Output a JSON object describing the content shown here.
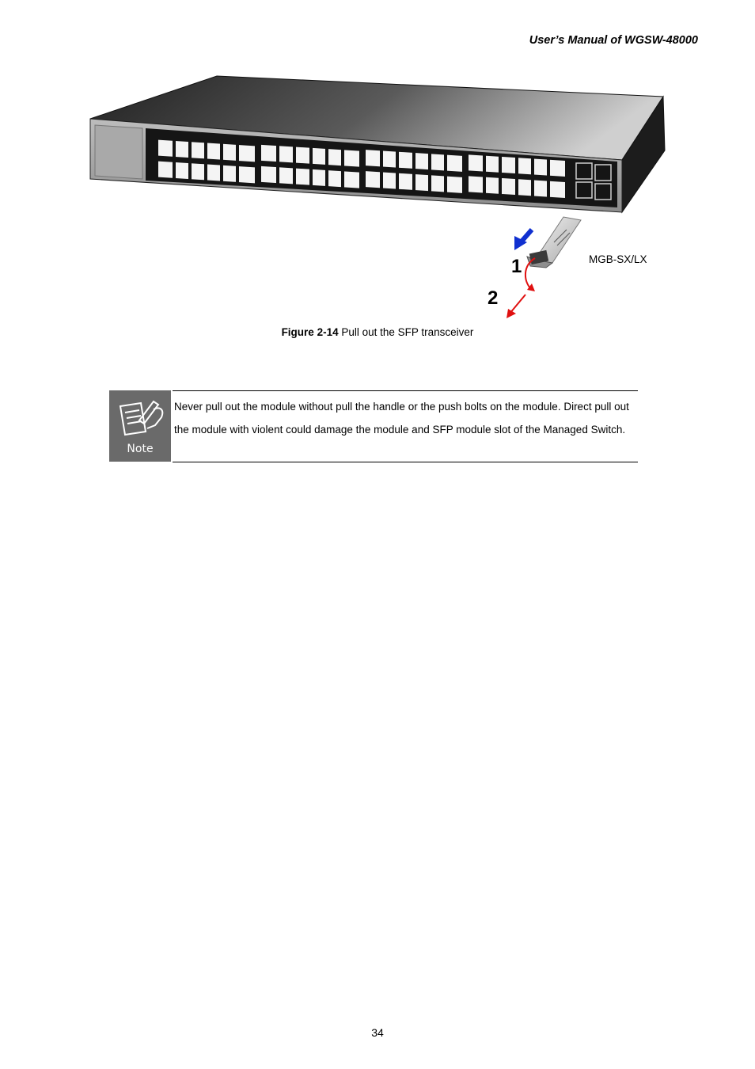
{
  "header": {
    "title": "User’s Manual of WGSW-48000"
  },
  "figure": {
    "module_label": "MGB-SX/LX",
    "step_1": "1",
    "step_2": "2",
    "caption_number": "Figure 2-14",
    "caption_text": " Pull out the SFP transceiver",
    "colors": {
      "arrow_push": "#1030d0",
      "arrow_pull": "#e01010"
    }
  },
  "note": {
    "icon_label": "Note",
    "text": "Never pull out the module without pull the handle or the push bolts on the module. Direct pull out the module with violent could damage the module and SFP module slot of the Managed Switch."
  },
  "footer": {
    "page_number": "34"
  }
}
